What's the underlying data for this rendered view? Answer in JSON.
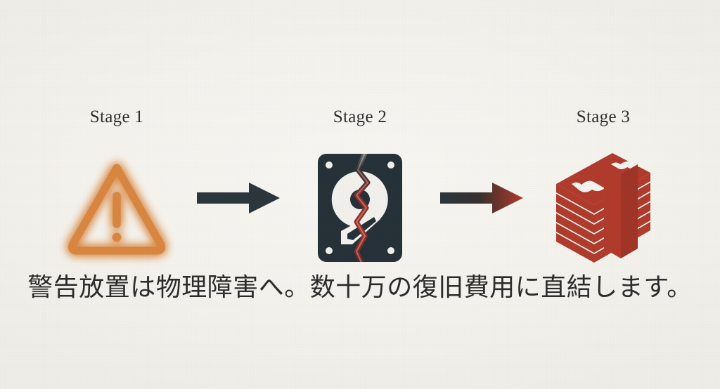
{
  "background_color": "#f5f3ef",
  "palette": {
    "warning_orange": "#d8863f",
    "warning_glow": "#e8973f",
    "hdd_slate": "#253038",
    "hdd_platter": "#f2f0ec",
    "crack_red": "#8e2b24",
    "money_red": "#b03a2b",
    "arrow_dark": "#2b353c",
    "label_text": "#2f2f2f",
    "caption_text": "#2b2b2b"
  },
  "stages": [
    {
      "label": "Stage 1",
      "icon": "warning-triangle-icon",
      "icon_color": "#d8863f",
      "has_glow": true
    },
    {
      "label": "Stage 2",
      "icon": "cracked-hard-drive-icon",
      "icon_color": "#253038",
      "has_glow": false
    },
    {
      "label": "Stage 3",
      "icon": "money-stack-icon",
      "icon_color": "#b03a2b",
      "has_glow": false
    }
  ],
  "arrows": [
    {
      "name": "arrow-stage1-to-stage2",
      "style": "solid",
      "color_start": "#2b353c",
      "color_end": "#2b353c"
    },
    {
      "name": "arrow-stage2-to-stage3",
      "style": "gradient",
      "color_start": "#2b353c",
      "color_end": "#b03a2b"
    }
  ],
  "caption": {
    "text": "警告放置は物理障害へ。数十万の復旧費用に直結します。"
  }
}
